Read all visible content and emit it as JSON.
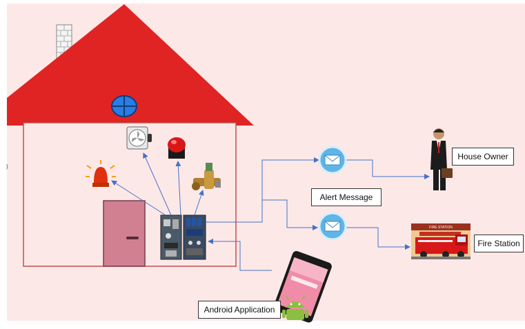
{
  "labels": {
    "house_owner": "House Owner",
    "alert_message": "Alert Message",
    "fire_station": "Fire Station",
    "android_app": "Android Application",
    "fire_station_sign": "FIRE STATION"
  },
  "colors": {
    "background": "#fde8e8",
    "roof": "#e02424",
    "house_wall": "#fde8e8",
    "house_outline": "#c0504d",
    "door": "#d08090",
    "arrow": "#4472c4",
    "mail_circle": "#5fb5e6",
    "fire_truck": "#d81818"
  },
  "icons": [
    "chimney-icon",
    "round-window-icon",
    "alarm-siren-icon",
    "exhaust-fan-icon",
    "buzzer-icon",
    "gas-valve-icon",
    "controller-board-icon",
    "relay-module-icon",
    "mail-icon",
    "businessman-icon",
    "fire-station-icon",
    "android-phone-icon"
  ]
}
